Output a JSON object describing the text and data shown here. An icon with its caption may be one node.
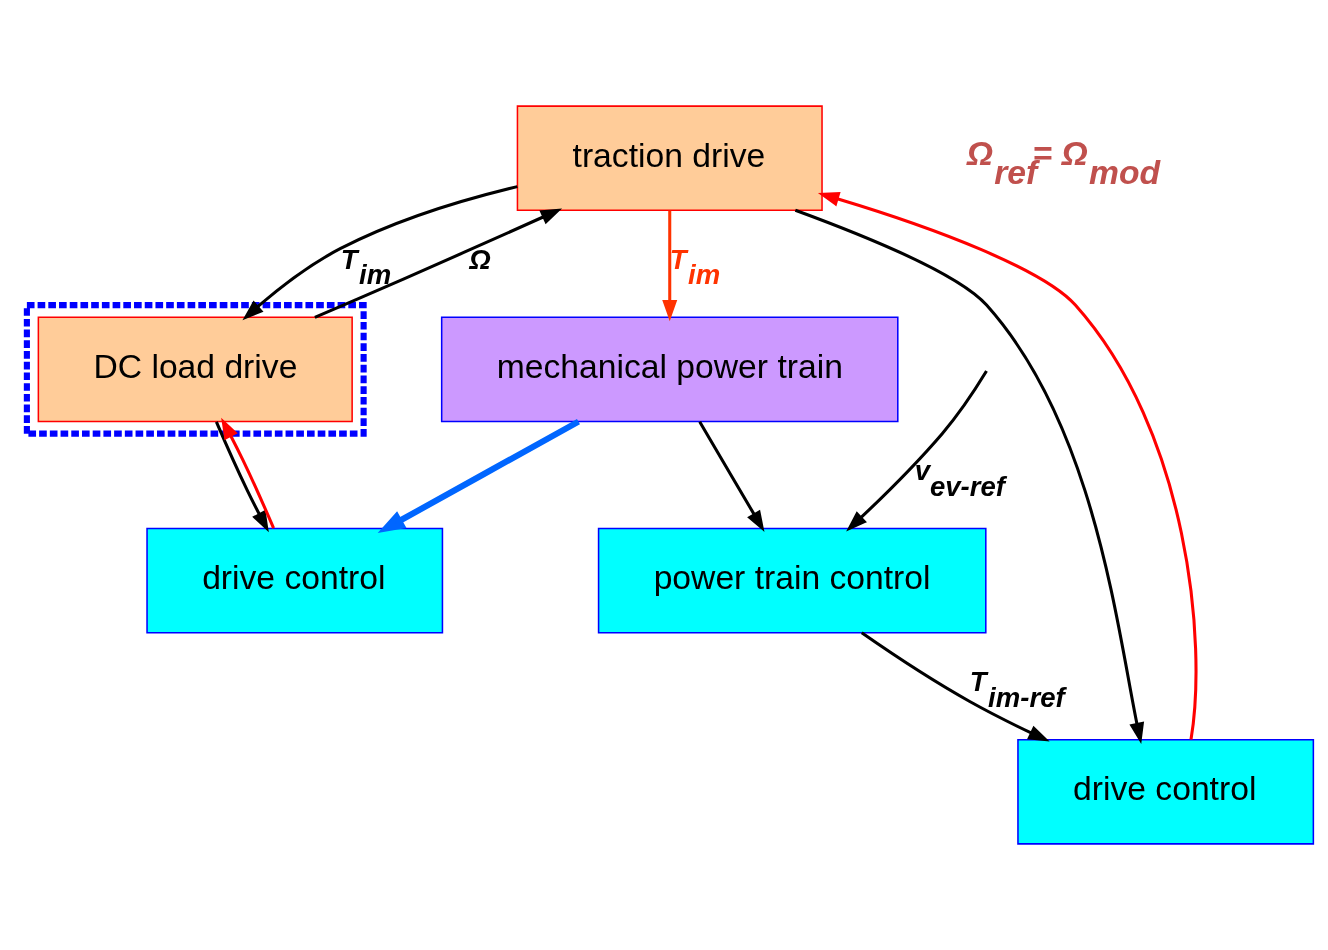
{
  "diagram": {
    "nodes": [
      {
        "text": [
          "traction drive"
        ]
      },
      {
        "text": [],
        "shape": "box"
      },
      {
        "text": [
          "DC load drive"
        ],
        "in": 1
      },
      {
        "text": [
          "drive control"
        ]
      },
      {
        "text": [
          "mechanical power train"
        ]
      },
      {
        "text": [
          "power train control"
        ]
      },
      {
        "text": [
          "drive control"
        ]
      }
    ],
    "edges": [
      {
        "from": 0,
        "to": 2,
        "arrow": "to",
        "label": "T$_{im}$"
      },
      {
        "from": 2,
        "to": 0,
        "arrow": "to",
        "label": "Ω"
      },
      {
        "from": 0,
        "to": 4,
        "arrow": "to",
        "label": "T$_{im}$",
        "color": "#ff3300"
      },
      {
        "from": 2,
        "to": 3,
        "arrow": "to"
      },
      {
        "from": 3,
        "to": 2,
        "arrow": "to",
        "color": "#ff0000"
      },
      {
        "from": 4,
        "to": 3,
        "arrow": "to",
        "style": "thick",
        "color": "#0066ff"
      },
      {
        "from": 4,
        "to": 5,
        "arrow": "to"
      },
      {
        "from": 5,
        "to": 6,
        "arrow": "to",
        "label": "T$_{im-ref}$"
      },
      {
        "from": null,
        "to": 5,
        "arrow": "to",
        "label": "v$_{ev-ref}$"
      },
      {
        "from": 0,
        "to": 6,
        "arrow": "to"
      },
      {
        "from": 6,
        "to": 0,
        "arrow": "to",
        "color": "#ff0000"
      }
    ],
    "labels": [
      "Ω$_{ref}$= Ω$_{mod}$"
    ]
  }
}
